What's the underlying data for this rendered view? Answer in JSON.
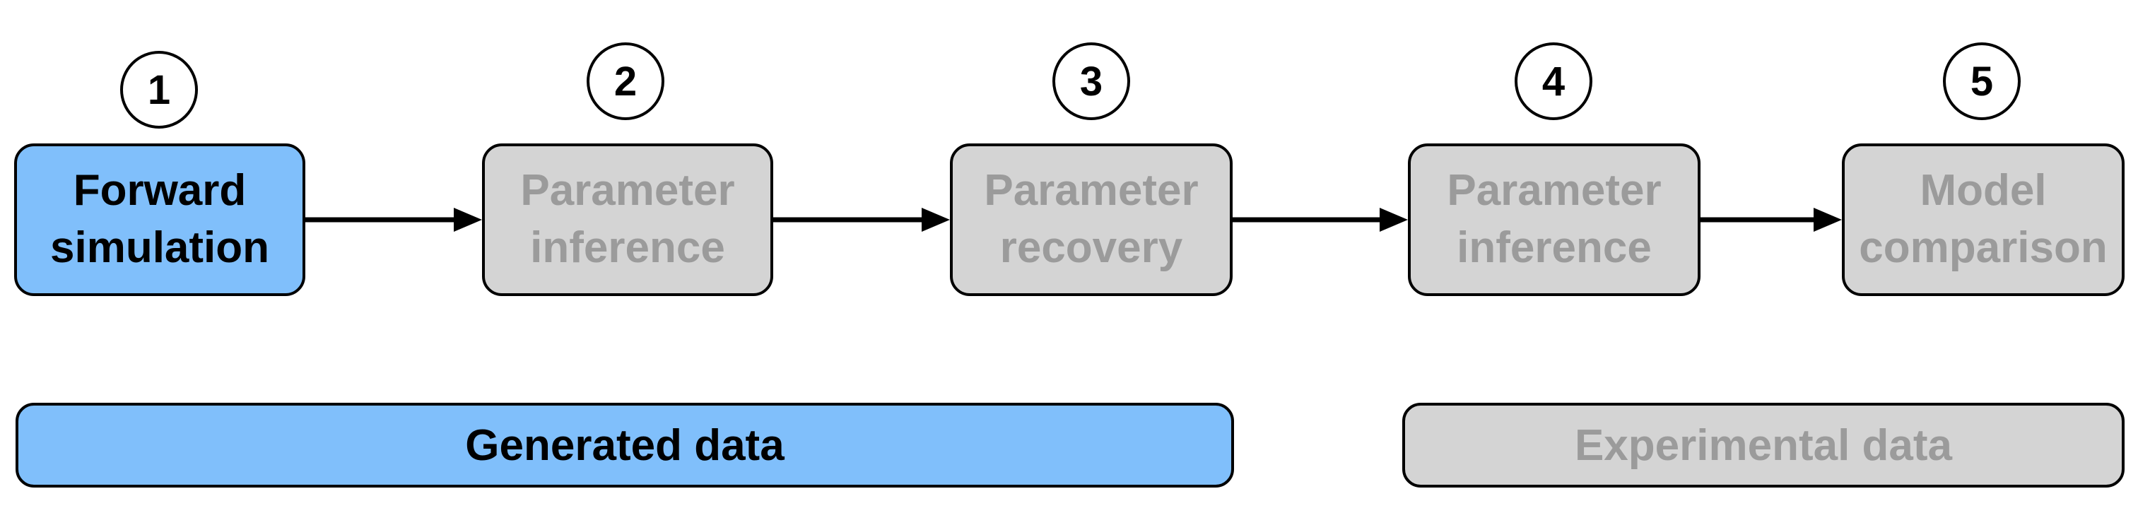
{
  "steps": [
    {
      "number": "1",
      "line1": "Forward",
      "line2": "simulation",
      "state": "active"
    },
    {
      "number": "2",
      "line1": "Parameter",
      "line2": "inference",
      "state": "inactive"
    },
    {
      "number": "3",
      "line1": "Parameter",
      "line2": "recovery",
      "state": "inactive"
    },
    {
      "number": "4",
      "line1": "Parameter",
      "line2": "inference",
      "state": "inactive"
    },
    {
      "number": "5",
      "line1": "Model",
      "line2": "comparison",
      "state": "inactive"
    }
  ],
  "data_groups": [
    {
      "label": "Generated data",
      "state": "active"
    },
    {
      "label": "Experimental data",
      "state": "inactive"
    }
  ],
  "colors": {
    "active_fill": "#80bffb",
    "inactive_fill": "#d4d4d4",
    "inactive_text": "#9b9b9b",
    "stroke": "#000000"
  }
}
